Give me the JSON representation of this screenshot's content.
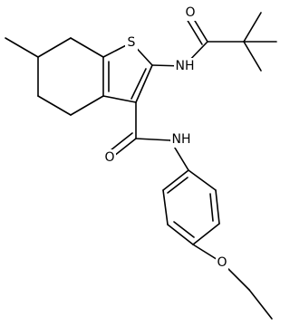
{
  "molecule": {
    "atom_labels": {
      "sulfur": "S",
      "amide_nh_top": "NH",
      "carbonyl_o_top": "O",
      "carbonyl_o_bottom": "O",
      "amide_nh_bottom": "NH",
      "ether_o": "O"
    },
    "colors": {
      "bond": "#000000",
      "label": "#000000",
      "background": "#ffffff"
    }
  }
}
